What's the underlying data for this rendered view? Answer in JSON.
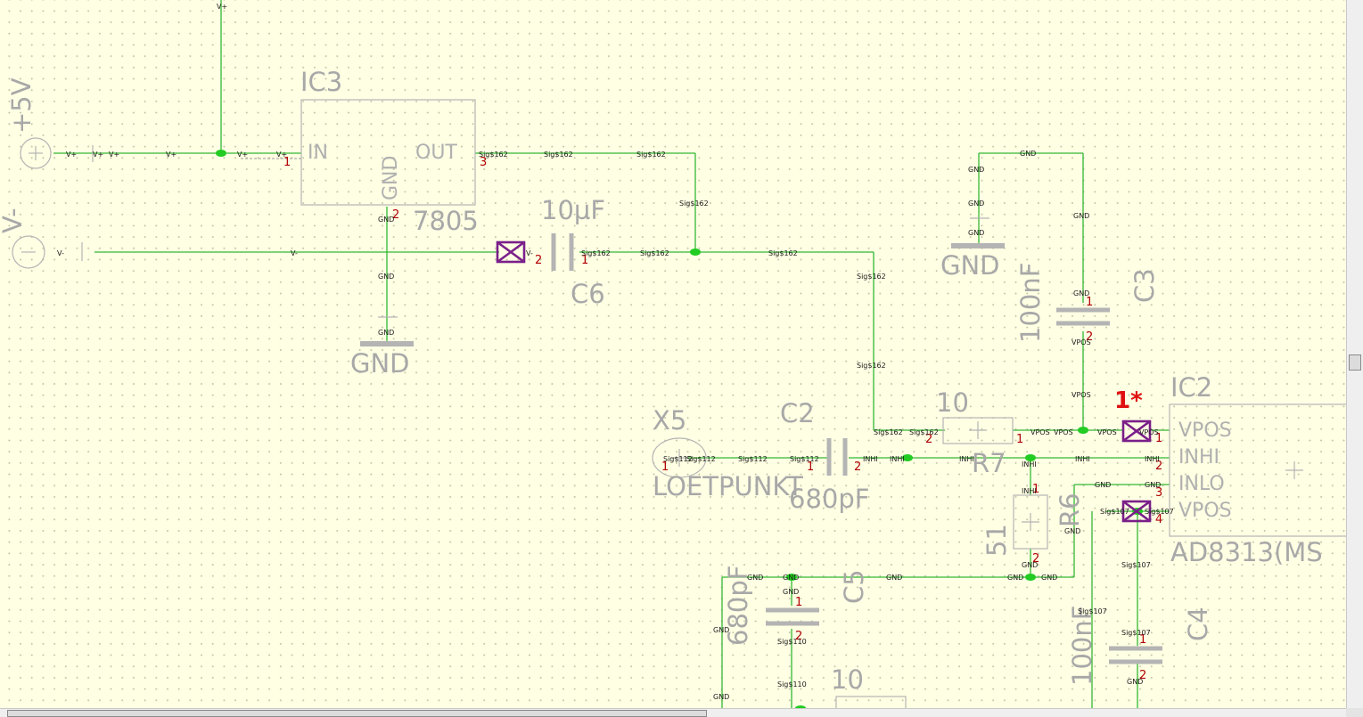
{
  "app": {
    "editor": "schematic"
  },
  "components": {
    "ic3": {
      "name": "IC3",
      "value": "7805",
      "pin_in": "IN",
      "pin_out": "OUT",
      "pin_gnd": "GND",
      "pin1": "1",
      "pin2": "2",
      "pin3": "3"
    },
    "supply_pos": {
      "label": "+5V"
    },
    "supply_neg": {
      "label": "V-"
    },
    "c6": {
      "name": "C6",
      "value": "10µF",
      "pin1": "1",
      "pin2": "2"
    },
    "c3": {
      "name": "C3",
      "value": "100nF",
      "pin1": "1",
      "pin2": "2"
    },
    "gnd_left": {
      "label": "GND"
    },
    "gnd_top": {
      "label": "GND"
    },
    "ic2": {
      "name": "IC2",
      "value": "AD8313(MS",
      "pins": [
        "VPOS",
        "INHI",
        "INLO",
        "VPOS"
      ],
      "pin_numbers": [
        "1",
        "2",
        "3",
        "4"
      ],
      "marker": "1*"
    },
    "r7": {
      "name": "R7",
      "value": "10",
      "pin1": "1",
      "pin2": "2"
    },
    "x5": {
      "name": "X5",
      "value": "LOETPUNKT",
      "pin1": "1"
    },
    "c2": {
      "name": "C2",
      "value": "680pF",
      "pin1": "1",
      "pin2": "2"
    },
    "r6": {
      "name": "R6",
      "value": "51",
      "pin1": "1",
      "pin2": "2"
    },
    "c5": {
      "name": "C5",
      "value": "680pF",
      "pin1": "1",
      "pin2": "2"
    },
    "c4": {
      "name": "C4",
      "value": "100nF",
      "pin1": "1",
      "pin2": "2"
    },
    "r_bottom": {
      "value": "10"
    }
  },
  "nets": {
    "vplus": "V+",
    "vminus": "V-",
    "gnd": "GND",
    "sig162": "Sig$162",
    "sig112": "Sig$112",
    "sig110": "Sig$110",
    "sig107": "Sig$107",
    "vpos": "VPOS",
    "inhi": "INHI"
  },
  "colors": {
    "background": "#ffffe4",
    "wire": "#33b833",
    "junction": "#22cc22",
    "symbol": "#b4b4b4",
    "pin_number": "#b00000",
    "marker": "#7a1f8a",
    "error_marker": "#e01010"
  }
}
